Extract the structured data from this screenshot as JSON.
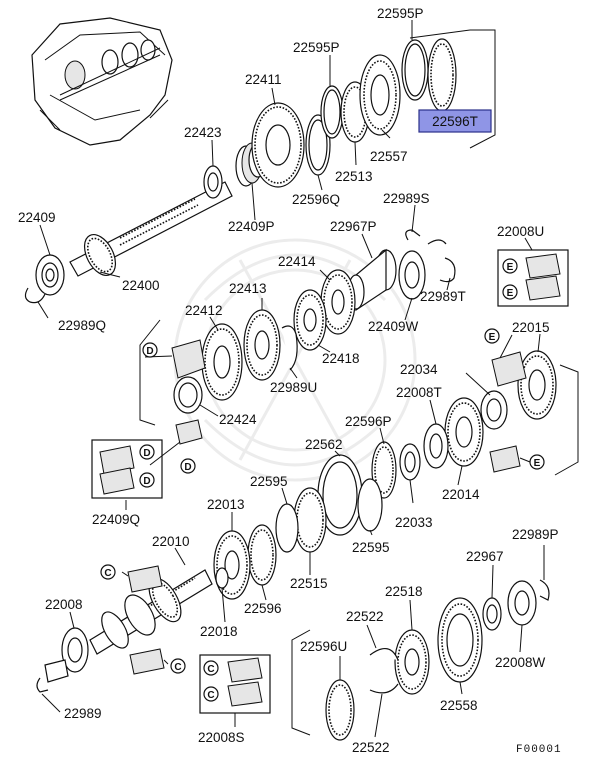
{
  "figure_code": "F00001",
  "highlighted_part": "22596T",
  "labels": {
    "p22595P_top": "22595P",
    "p22595P_mid": "22595P",
    "p22596T": "22596T",
    "p22411": "22411",
    "p22423": "22423",
    "p22557": "22557",
    "p22513": "22513",
    "p22596Q": "22596Q",
    "p22409P": "22409P",
    "p22409": "22409",
    "p22400": "22400",
    "p22989Q": "22989Q",
    "p22989S": "22989S",
    "p22967P": "22967P",
    "p22008U": "22008U",
    "p22414": "22414",
    "p22413": "22413",
    "p22989T": "22989T",
    "p22412": "22412",
    "p22409W": "22409W",
    "p22418": "22418",
    "p22015": "22015",
    "p22989U": "22989U",
    "p22034": "22034",
    "p22008T": "22008T",
    "p22424": "22424",
    "p22596P": "22596P",
    "p22562": "22562",
    "p22409Q": "22409Q",
    "p22014": "22014",
    "p22595_a": "22595",
    "p22013": "22013",
    "p22033": "22033",
    "p22595_b": "22595",
    "p22010": "22010",
    "p22989P": "22989P",
    "p22515": "22515",
    "p22967": "22967",
    "p22008": "22008",
    "p22596": "22596",
    "p22518": "22518",
    "p22018": "22018",
    "p22522_top": "22522",
    "p22008W": "22008W",
    "p22596U": "22596U",
    "p22558": "22558",
    "p22989": "22989",
    "p22008S": "22008S",
    "p22522_bot": "22522"
  },
  "marks": {
    "E": "E",
    "D": "D",
    "C": "C"
  }
}
